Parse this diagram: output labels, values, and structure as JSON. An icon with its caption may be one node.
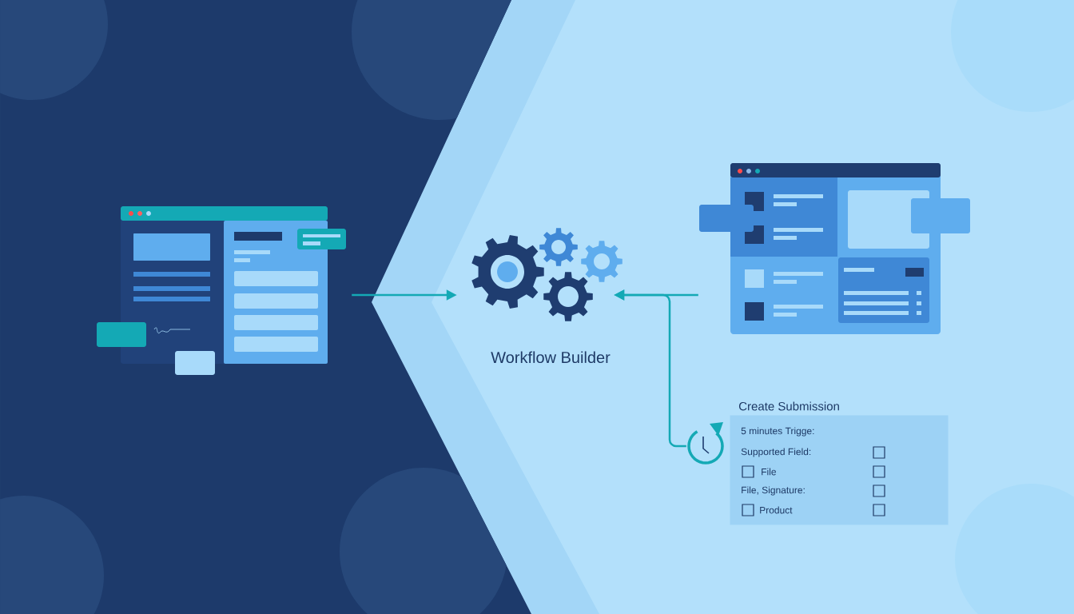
{
  "diagram": {
    "nodes": [
      {
        "text": [],
        "shape": "picture"
      },
      {
        "text": [],
        "shape": "picture",
        "beside": [
          "Workflow Builder"
        ]
      },
      {
        "text": [],
        "shape": "picture"
      },
      {
        "text": [],
        "shape": "picture"
      },
      {
        "text": [
          "Create Submission",
          "5 minutes Trigge:",
          "Supported Field:",
          "File",
          "File, Signature:",
          "Product"
        ]
      }
    ],
    "edges": [
      {
        "from": 0,
        "to": 1,
        "arrow": "to"
      },
      {
        "from": 2,
        "to": 1,
        "arrow": "to"
      },
      {
        "from": 3,
        "to": 1,
        "arrow": "to"
      }
    ]
  }
}
